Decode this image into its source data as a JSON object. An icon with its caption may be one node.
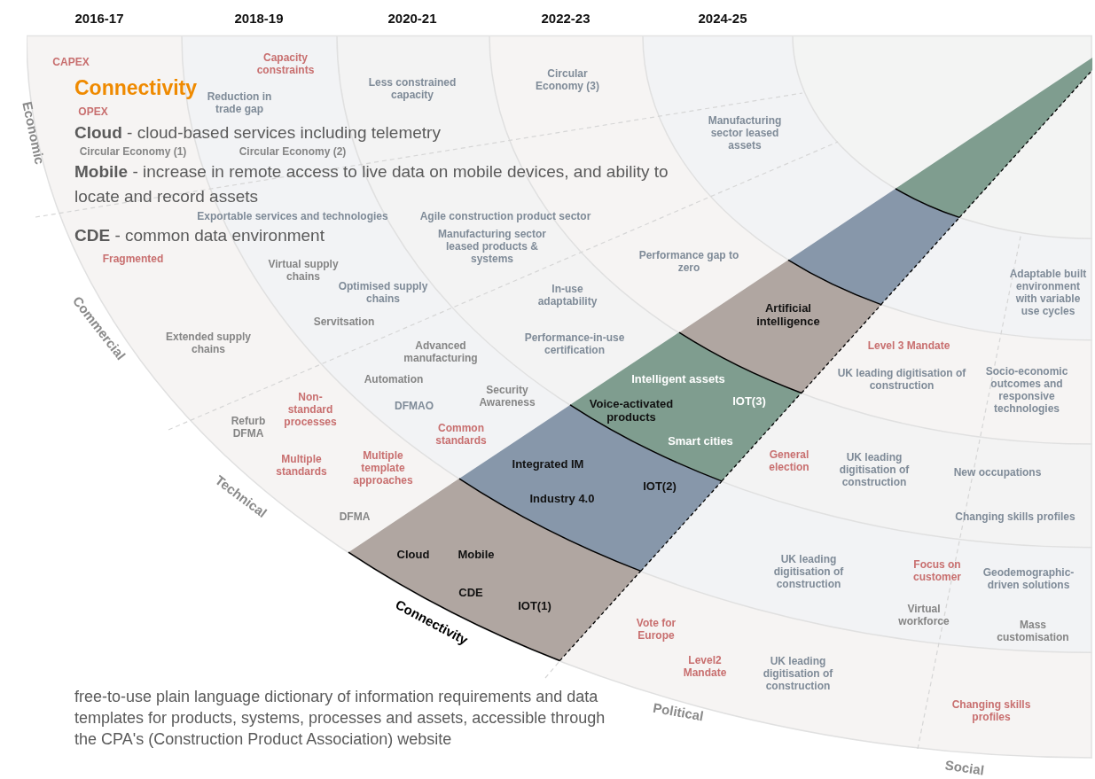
{
  "diagram": {
    "nodes": [
      {
        "text": [
          "Connectivity",
          "Cloud",
          "Mobile",
          "CDE",
          "IOT(1)"
        ]
      },
      {
        "text": [
          "Integrated IM",
          "Industry 4.0",
          "IOT(2)"
        ]
      },
      {
        "text": [
          "Intelligent assets",
          "Voice-activated products",
          "IOT(3)",
          "Smart cities"
        ]
      },
      {
        "text": [
          "Artificial intelligence"
        ]
      },
      {
        "text": [],
        "shape": "band"
      },
      {
        "text": [],
        "shape": "band"
      }
    ],
    "labels": [
      "2016-17",
      "2018-19",
      "2020-21",
      "2022-23",
      "2024-25",
      "CAPEX",
      "Capacity constraints",
      "Connectivity",
      "Reduction in trade gap",
      "Less constrained capacity",
      "Circular Economy (3)",
      "OPEX",
      "Economic",
      "**Cloud** - cloud-based services including telemetry",
      "Manufacturing sector leased assets",
      "Circular Economy (1)",
      "Circular Economy (2)",
      "**Mobile** - increase in remote access to live data on mobile devices, and ability to locate and record assets",
      "Exportable services and technologies",
      "Agile construction product sector",
      "**CDE** - common data environment",
      "Manufacturing sector leased products & systems",
      "Fragmented",
      "Virtual supply chains",
      "Performance gap to zero",
      "Optimised supply chains",
      "In-use adaptability",
      "Adaptable built environment with variable use cycles",
      "Servitsation",
      "Commercial",
      "Extended supply chains",
      "Advanced manufacturing",
      "Performance-in-use certification",
      "Level 3 Mandate",
      "Non-standard processes",
      "Automation",
      "DFMAO",
      "Security Awareness",
      "UK leading digitisation of construction",
      "Socio-economic outcomes and responsive technologies",
      "Refurb DFMA",
      "Common standards",
      "Multiple standards",
      "Multiple template approaches",
      "General election",
      "UK leading digitisation of construction",
      "New occupations",
      "Technical",
      "DFMA",
      "Changing skills profiles",
      "UK leading digitisation of construction",
      "Focus on customer",
      "Geodemographic-driven solutions",
      "Virtual workforce",
      "Vote for Europe",
      "Mass customisation",
      "Level2 Mandate",
      "UK leading digitisation of construction",
      "Political",
      "Changing skills profiles",
      "free-to-use plain language dictionary of information requirements and data templates for products, systems, processes and assets, accessible through the CPA's (Construction Product Association) website",
      "Social"
    ]
  }
}
